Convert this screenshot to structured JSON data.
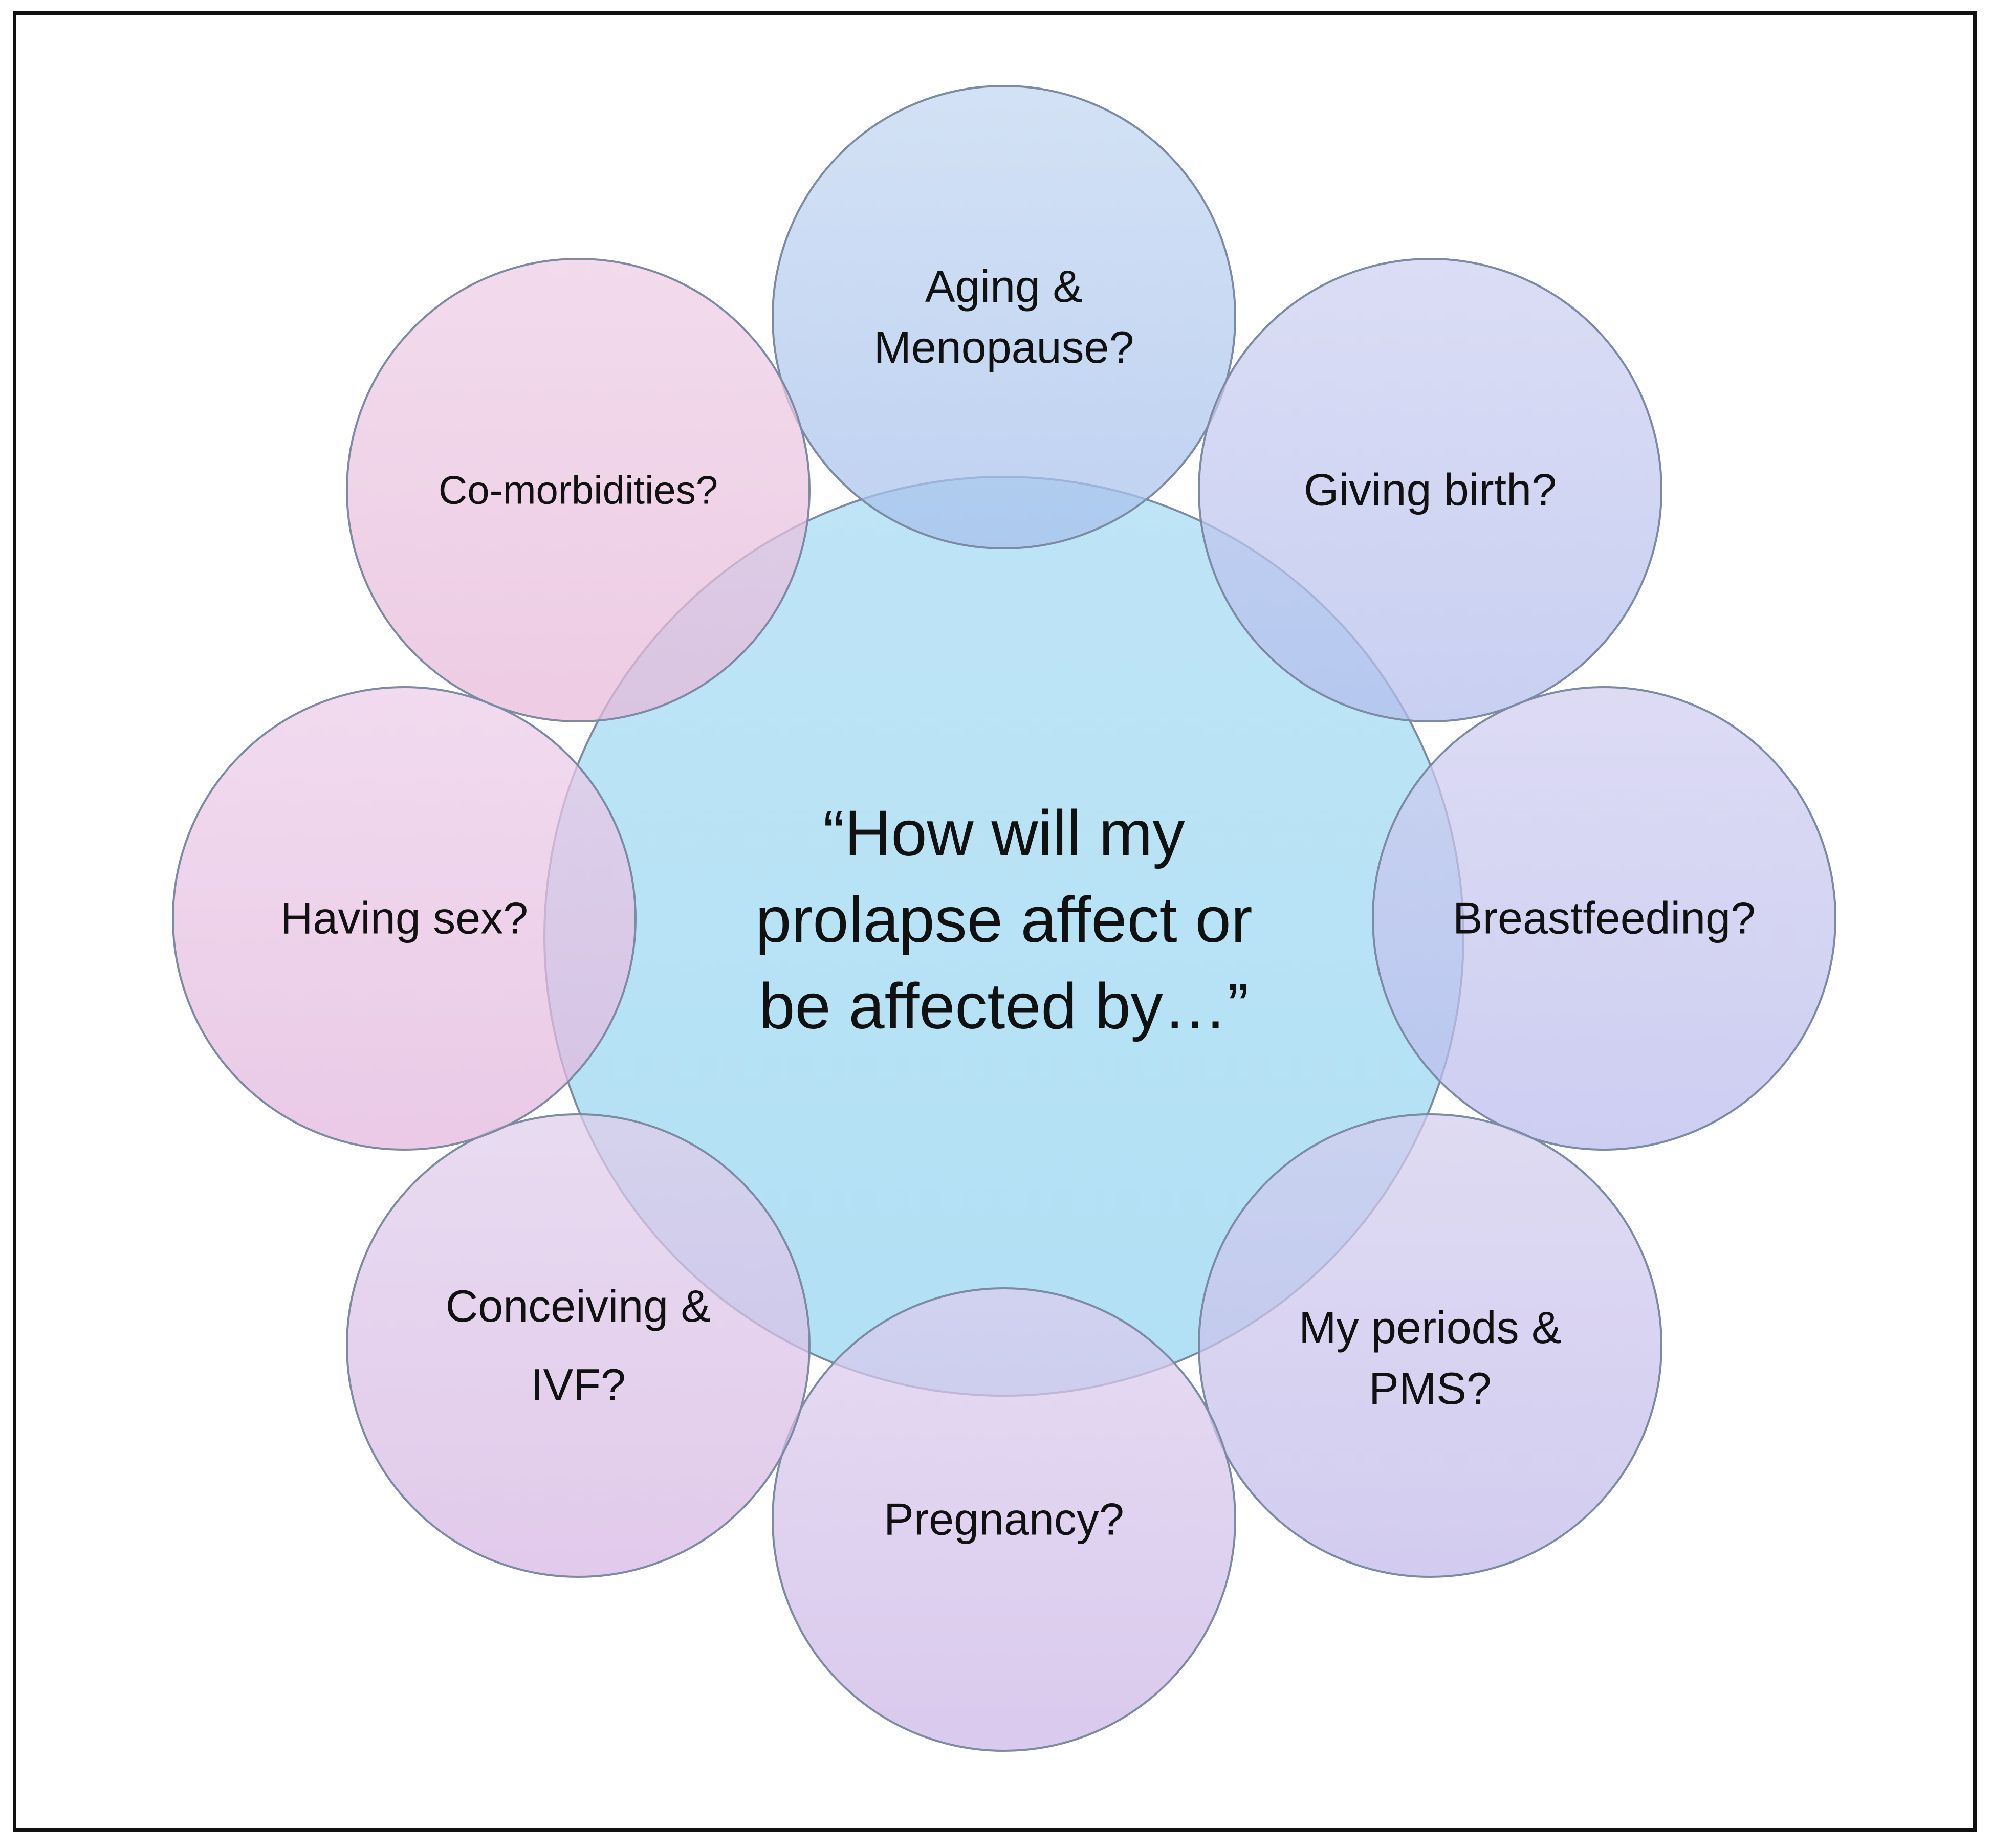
{
  "center": {
    "line1": "“How will my",
    "line2": "prolapse affect or",
    "line3": "be affected by…”"
  },
  "nodes": {
    "aging": {
      "line1": "Aging &",
      "line2": "Menopause?"
    },
    "giving_birth": {
      "line1": "Giving birth?"
    },
    "breastfeeding": {
      "line1": "Breastfeeding?"
    },
    "periods": {
      "line1": "My periods &",
      "line2": "PMS?"
    },
    "pregnancy": {
      "line1": "Pregnancy?"
    },
    "conceiving": {
      "line1": "Conceiving &",
      "line2": "IVF?"
    },
    "having_sex": {
      "line1": "Having sex?"
    },
    "comorbidities": {
      "line1": "Co-morbidities?"
    }
  },
  "colors": {
    "center": "#a8dcf2",
    "blue": "#b3c6ec",
    "lavender": "#bcbbe8",
    "violet": "#cbb7e4",
    "pink": "#e6b9dc"
  }
}
